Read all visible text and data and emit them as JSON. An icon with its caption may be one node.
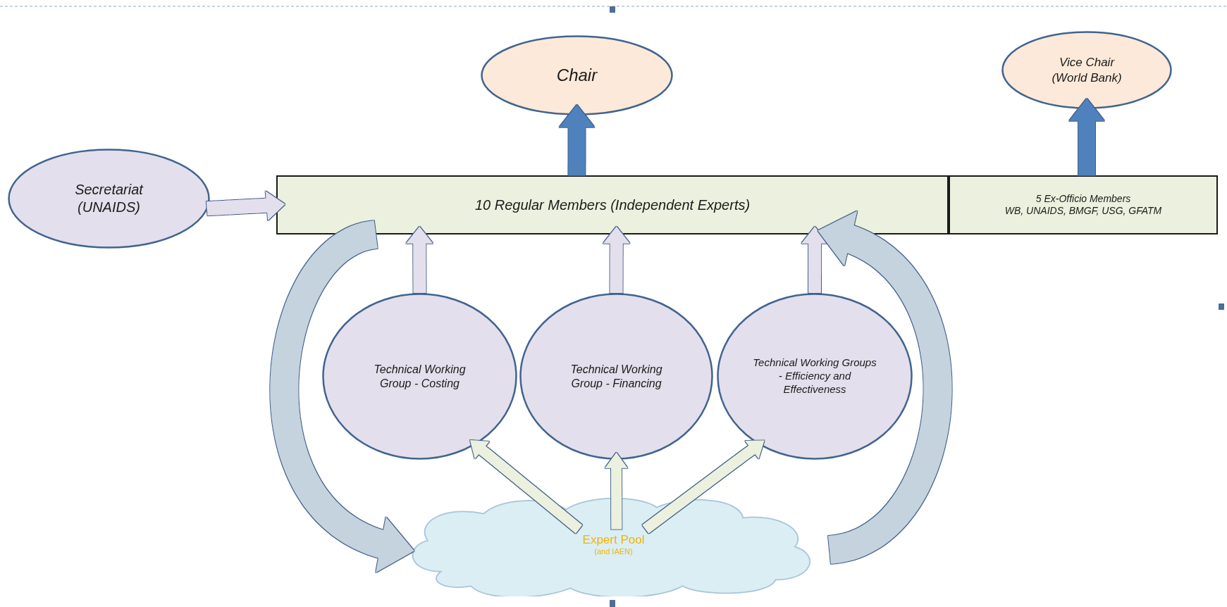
{
  "diagram": {
    "nodes": [
      {
        "text": [
          "Chair"
        ]
      },
      {
        "text": [
          "Vice Chair (World Bank)"
        ]
      },
      {
        "text": [
          "Secretariat (UNAIDS)"
        ]
      },
      {
        "text": [
          "10 Regular Members (Independent Experts)"
        ]
      },
      {
        "text": [
          "5 Ex-Officio Members",
          "WB, UNAIDS, BMGF, USG, GFATM"
        ]
      },
      {
        "text": [
          "Technical Working Group - Costing"
        ]
      },
      {
        "text": [
          "Technical Working Group - Financing"
        ]
      },
      {
        "text": [
          "Technical Working Groups - Efficiency and Effectiveness"
        ]
      },
      {
        "text": [
          "Expert Pool",
          "(and IAEN)"
        ]
      }
    ],
    "edges": [
      {
        "from": 2,
        "to": 3,
        "arrow": "to"
      },
      {
        "from": 3,
        "to": 0,
        "arrow": "to",
        "color": "#4f81bd"
      },
      {
        "from": 4,
        "to": 1,
        "arrow": "to",
        "color": "#4f81bd"
      },
      {
        "from": 5,
        "to": 3,
        "arrow": "to"
      },
      {
        "from": 6,
        "to": 3,
        "arrow": "to"
      },
      {
        "from": 7,
        "to": 3,
        "arrow": "to"
      },
      {
        "from": 8,
        "to": 5,
        "arrow": "to",
        "color": "#ebf1de"
      },
      {
        "from": 8,
        "to": 6,
        "arrow": "to",
        "color": "#ebf1de"
      },
      {
        "from": 8,
        "to": 7,
        "arrow": "to",
        "color": "#ebf1de"
      },
      {
        "from": 3,
        "to": 8,
        "arrow": "to",
        "style": "thick",
        "color": "#c4d3de"
      },
      {
        "from": 8,
        "to": 3,
        "arrow": "to",
        "style": "thick",
        "color": "#c4d3de"
      }
    ]
  }
}
